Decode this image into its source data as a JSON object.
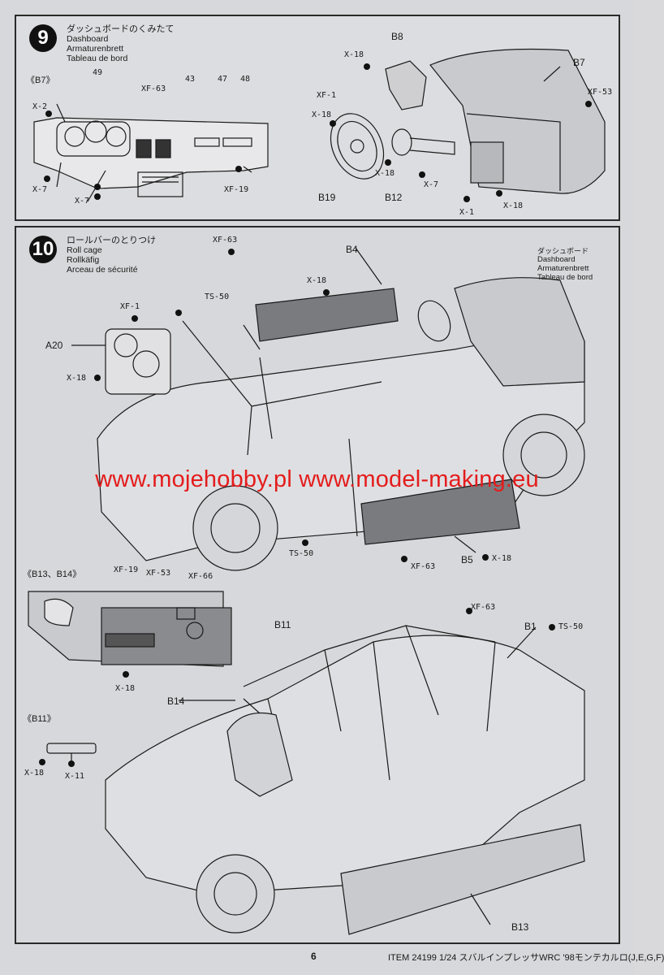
{
  "step9": {
    "number": "9",
    "title_jp": "ダッシュボードのくみたて",
    "title_en": "Dashboard",
    "title_de": "Armaturenbrett",
    "title_fr": "Tableau de bord",
    "view_label": "《B7》",
    "callouts": {
      "c49": "49",
      "c43": "43",
      "c47": "47",
      "c48": "48",
      "xf63": "XF-63",
      "x2": "X-2",
      "x7a": "X-7",
      "x7b": "X-7",
      "xf19": "XF-19",
      "b8": "B8",
      "b7": "B7",
      "x18a": "X-18",
      "xf1": "XF-1",
      "x18b": "X-18",
      "xf53": "XF-53",
      "x18c": "X-18",
      "x7c": "X-7",
      "b19": "B19",
      "b12": "B12",
      "x1": "X-1",
      "x18d": "X-18"
    }
  },
  "step10": {
    "number": "10",
    "title_jp": "ロールバーのとりつけ",
    "title_en": "Roll cage",
    "title_de": "Rollkäfig",
    "title_fr": "Arceau de sécurité",
    "dash_jp": "ダッシュボード",
    "dash_en": "Dashboard",
    "dash_de": "Armaturenbrett",
    "dash_fr": "Tableau de bord",
    "callouts": {
      "xf63a": "XF-63",
      "b4": "B4",
      "x18a": "X-18",
      "ts50a": "TS-50",
      "xf1": "XF-1",
      "a20": "A20",
      "x18b": "X-18",
      "ts50b": "TS-50",
      "xf63b": "XF-63",
      "b5": "B5",
      "x18c": "X-18",
      "xf19": "XF-19",
      "xf53": "XF-53",
      "xf66": "XF-66",
      "x18d": "X-18",
      "xf63c": "XF-63",
      "b11": "B11",
      "b1": "B1",
      "ts50c": "TS-50",
      "b14": "B14",
      "x18e": "X-18",
      "x11": "X-11",
      "b13": "B13"
    },
    "sec_b13b14": "《B13、B14》",
    "sec_b11": "《B11》"
  },
  "watermark": "www.mojehobby.pl www.model-making.eu",
  "page_number": "6",
  "footer": "ITEM 24199  1/24 スバルインプレッサWRC '98モンテカルロ(J,E,G,F)"
}
